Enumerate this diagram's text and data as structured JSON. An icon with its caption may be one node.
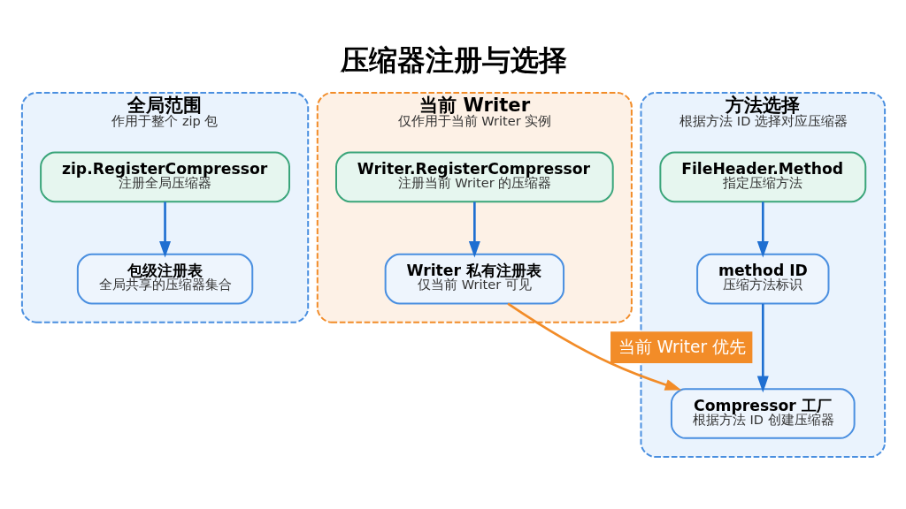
{
  "diagram": {
    "title": "压缩器注册与选择",
    "nodes": [
      {
        "text": [
          "全局范围",
          "作用于整个 zip 包"
        ]
      },
      {
        "text": [
          "zip.RegisterCompressor",
          "注册全局压缩器"
        ],
        "in": 0
      },
      {
        "text": [
          "包级注册表",
          "全局共享的压缩器集合"
        ],
        "in": 0
      },
      {
        "text": [
          "当前 Writer",
          "仅作用于当前 Writer 实例"
        ]
      },
      {
        "text": [
          "Writer.RegisterCompressor",
          "注册当前 Writer 的压缩器"
        ],
        "in": 3
      },
      {
        "text": [
          "Writer 私有注册表",
          "仅当前 Writer 可见"
        ],
        "in": 3
      },
      {
        "text": [
          "方法选择",
          "根据方法 ID 选择对应压缩器"
        ]
      },
      {
        "text": [
          "FileHeader.Method",
          "指定压缩方法"
        ],
        "in": 6
      },
      {
        "text": [
          "method ID",
          "压缩方法标识"
        ],
        "in": 6
      },
      {
        "text": [
          "Compressor 工厂",
          "根据方法 ID 创建压缩器"
        ],
        "in": 6
      }
    ],
    "edges": [
      {
        "from": 1,
        "to": 2,
        "arrow": "to"
      },
      {
        "from": 4,
        "to": 5,
        "arrow": "to"
      },
      {
        "from": 7,
        "to": 8,
        "arrow": "to"
      },
      {
        "from": 8,
        "to": 9,
        "arrow": "to"
      },
      {
        "from": 5,
        "to": 9,
        "arrow": "to",
        "label": "当前 Writer 优先",
        "color": "#f28c28"
      }
    ]
  }
}
